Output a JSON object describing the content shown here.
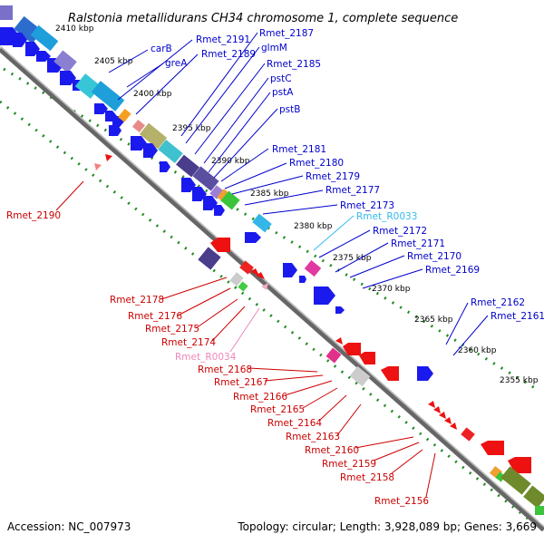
{
  "title": "Ralstonia metallidurans CH34 chromosome 1, complete sequence",
  "footer": {
    "accession": "Accession: NC_007973",
    "summary": "Topology: circular; Length: 3,928,089 bp; Genes: 3,669"
  },
  "colors": {
    "forward_label": "#0000cc",
    "reverse_label": "#cc0000",
    "rna_label_forward": "#33bbee",
    "rna_label_reverse": "#ee88bb",
    "forward_gene": "#1010ee",
    "reverse_gene": "#ee1111",
    "backbone": "#888888",
    "tick": "#228b22"
  },
  "kbp_marks": [
    "2410 kbp",
    "2405 kbp",
    "2400 kbp",
    "2395 kbp",
    "2390 kbp",
    "2385 kbp",
    "2380 kbp",
    "2375 kbp",
    "2370 kbp",
    "2365 kbp",
    "2360 kbp",
    "2355 kbp"
  ],
  "forward_labels": [
    "carB",
    "greA",
    "Rmet_2191",
    "Rmet_2189",
    "Rmet_2187",
    "glmM",
    "Rmet_2185",
    "pstC",
    "pstA",
    "pstB",
    "Rmet_2181",
    "Rmet_2180",
    "Rmet_2179",
    "Rmet_2177",
    "Rmet_2173",
    "Rmet_R0033",
    "Rmet_2172",
    "Rmet_2171",
    "Rmet_2170",
    "Rmet_2169",
    "Rmet_2162",
    "Rmet_2161"
  ],
  "reverse_labels": [
    "Rmet_2190",
    "Rmet_2178",
    "Rmet_2176",
    "Rmet_2175",
    "Rmet_2174",
    "Rmet_R0034",
    "Rmet_2168",
    "Rmet_2167",
    "Rmet_2166",
    "Rmet_2165",
    "Rmet_2164",
    "Rmet_2163",
    "Rmet_2160",
    "Rmet_2159",
    "Rmet_2158",
    "Rmet_2156"
  ]
}
